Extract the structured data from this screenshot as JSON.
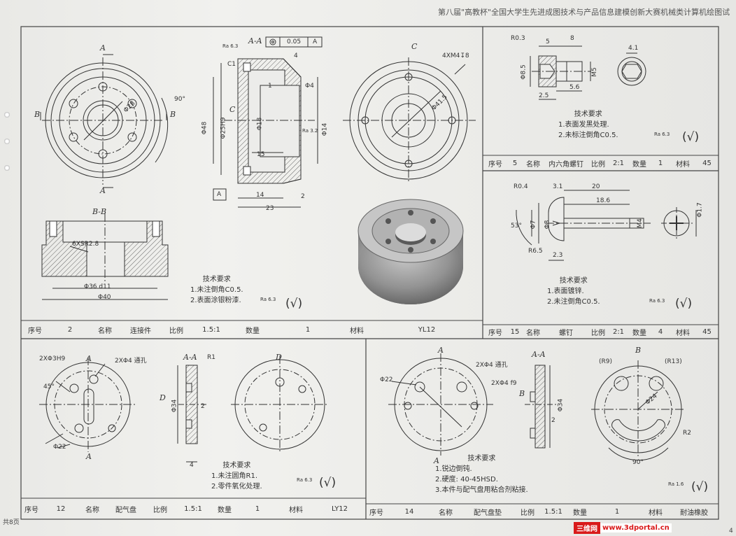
{
  "header": {
    "title": "第八届\"高教杯\"全国大学生先进成图技术与产品信息建模创新大赛机械类计算机绘图试",
    "page_total": "共8页",
    "page_number": "4"
  },
  "watermark": {
    "brand": "三维网",
    "url": "www.3dportal.cn"
  },
  "cells": {
    "xuhao": "序号",
    "mingcheng": "名称",
    "bili": "比例",
    "shuliang": "数量",
    "cailiao": "材料"
  },
  "parts": {
    "p2": {
      "no": "2",
      "name": "连接件",
      "scale": "1.5:1",
      "qty": "1",
      "material": "YL12",
      "req_title": "技术要求",
      "req1": "1.未注倒角C0.5.",
      "req2": "2.表面涂银粉漆.",
      "rough": "Ra 6.3"
    },
    "p5": {
      "no": "5",
      "name": "内六角螺钉",
      "scale": "2:1",
      "qty": "1",
      "material": "45",
      "req_title": "技术要求",
      "req1": "1.表面发黑处理.",
      "req2": "2.未标注倒角C0.5.",
      "rough": "Ra 6.3"
    },
    "p15": {
      "no": "15",
      "name": "螺钉",
      "scale": "2:1",
      "qty": "4",
      "material": "45",
      "req_title": "技术要求",
      "req1": "1.表面镀锌.",
      "req2": "2.未注倒角C0.5.",
      "rough": "Ra 6.3"
    },
    "p12": {
      "no": "12",
      "name": "配气盘",
      "scale": "1.5:1",
      "qty": "1",
      "material": "LY12",
      "req_title": "技术要求",
      "req1": "1.未注圆角R1.",
      "req2": "2.零件氧化处理.",
      "rough": "Ra 6.3"
    },
    "p14": {
      "no": "14",
      "name": "配气盘垫",
      "scale": "1.5:1",
      "qty": "1",
      "material": "耐油橡胶",
      "req_title": "技术要求",
      "req1": "1.锐边倒钝.",
      "req2": "2.硬度: 40-45HSD.",
      "req3": "3.本件与配气盘用粘合剂粘接.",
      "rough": "Ra 1.6"
    }
  },
  "check": "(√)",
  "labels": {
    "sec_aa": "A-A",
    "sec_bb": "B-B",
    "view_c": "C",
    "view_d": "D",
    "view_b": "B",
    "A": "A",
    "B": "B",
    "C": "C",
    "tol_flat": "0.05",
    "tol_ref": "A",
    "ang90": "90°",
    "ang45": "45°",
    "ang53": "53°",
    "d28": "Φ28",
    "d48": "Φ48",
    "d25h9": "Φ25H9",
    "d18": "Φ18",
    "d14": "Φ14",
    "d4": "Φ4",
    "c1": "C1",
    "n1": "1",
    "n4": "4",
    "n15": "15",
    "n14": "14",
    "n23": "23",
    "n2": "2",
    "ra32": "Ra 3.2",
    "ra63": "Ra 6.3",
    "d36": "Φ36 d11",
    "d40": "Φ40",
    "sr": "6XSR2.8",
    "m4": "4XM4↧8",
    "d415": "Φ41.5",
    "r03": "R0.3",
    "d85": "Φ8.5",
    "m5": "M5",
    "n5": "5",
    "n8": "8",
    "n25": "2.5",
    "n56": "5.6",
    "n41": "4.1",
    "r04": "R0.4",
    "n31": "3.1",
    "n20": "20",
    "n186": "18.6",
    "d7": "Φ7",
    "d8": "Φ8",
    "r65": "R6.5",
    "n23b": "2.3",
    "m4b": "M4",
    "d17": "Φ1.7",
    "h9": "2XΦ3H9",
    "tk": "2XΦ4 通孔",
    "d22": "Φ22",
    "d34": "Φ34",
    "r1": "R1",
    "tk2": "2XΦ4 通孔",
    "f9": "2XΦ4 f9",
    "r9": "(R9)",
    "r13": "(R13)",
    "r2": "R2",
    "d24": "Φ24"
  }
}
